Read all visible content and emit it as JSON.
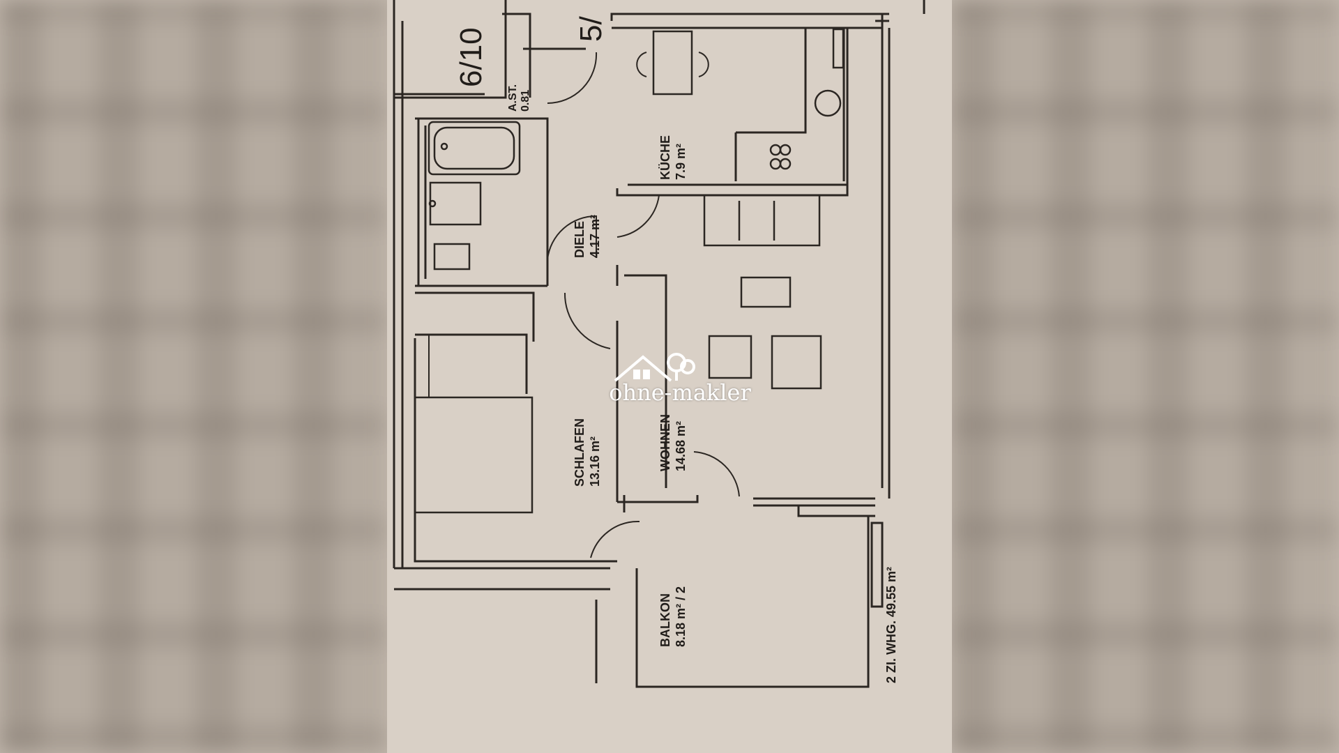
{
  "floorplan": {
    "unit_label": "2 ZI. WHG. 49.55 m²",
    "unit_numbers": [
      "6/10",
      "5/"
    ],
    "rooms": [
      {
        "id": "abstellraum",
        "name": "A.ST.",
        "area": "0.81"
      },
      {
        "id": "kueche",
        "name": "KÜCHE",
        "area": "7.9 m²"
      },
      {
        "id": "diele",
        "name": "DIELE",
        "area": "4.17 m²"
      },
      {
        "id": "schlafen",
        "name": "SCHLAFEN",
        "area": "13.16 m²"
      },
      {
        "id": "wohnen",
        "name": "WOHNEN",
        "area": "14.68 m²"
      },
      {
        "id": "balkon",
        "name": "BALKON",
        "area": "8.18 m² / 2"
      }
    ]
  },
  "watermark": {
    "text": "ohne-makler",
    "icon": "house-tree-logo-icon"
  },
  "colors": {
    "paper": "#d9d0c6",
    "ink": "#2b2622",
    "background": "#c3b9ae",
    "watermark": "#ffffff"
  }
}
